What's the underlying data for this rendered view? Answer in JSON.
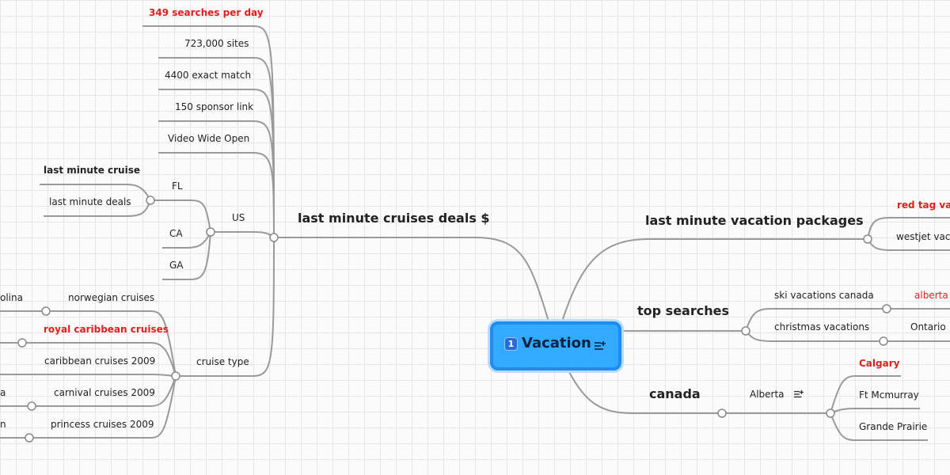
{
  "root": {
    "title": "Vacation",
    "badge": "1"
  },
  "branches": {
    "cruises": {
      "label": "last minute cruises deals $",
      "leaves": {
        "searches": "349 searches per day",
        "sites": "723,000 sites",
        "exact": "4400 exact match",
        "sponsor": "150 sponsor link",
        "video": "Video Wide Open"
      },
      "us": {
        "label": "US",
        "fl": {
          "label": "FL",
          "items": [
            "last minute cruise",
            "last minute deals"
          ]
        },
        "ca": "CA",
        "ga": "GA"
      },
      "cruise_type": {
        "label": "cruise type",
        "items": [
          "norwegian cruises",
          "royal caribbean cruises",
          "caribbean cruises 2009",
          "carnival cruises 2009",
          "princess cruises 2009"
        ],
        "cut_labels": [
          "olina",
          "a",
          "n"
        ]
      }
    },
    "packages": {
      "label": "last minute vacation packages",
      "items": [
        "red tag vaca",
        "westjet vaca"
      ]
    },
    "top_searches": {
      "label": "top searches",
      "items": [
        "ski vacations canada",
        "christmas vacations"
      ],
      "sub": [
        "alberta",
        "Ontario"
      ]
    },
    "canada": {
      "label": "canada",
      "alberta": {
        "label": "Alberta",
        "items": [
          "Calgary",
          "Ft Mcmurray",
          "Grande Prairie"
        ]
      }
    }
  },
  "colors": {
    "line": "#9a9a9a",
    "highlight": "#e02020",
    "root_fill": "#33aaff",
    "root_border": "#1e8cf0"
  },
  "icons": [
    "notes-icon"
  ]
}
